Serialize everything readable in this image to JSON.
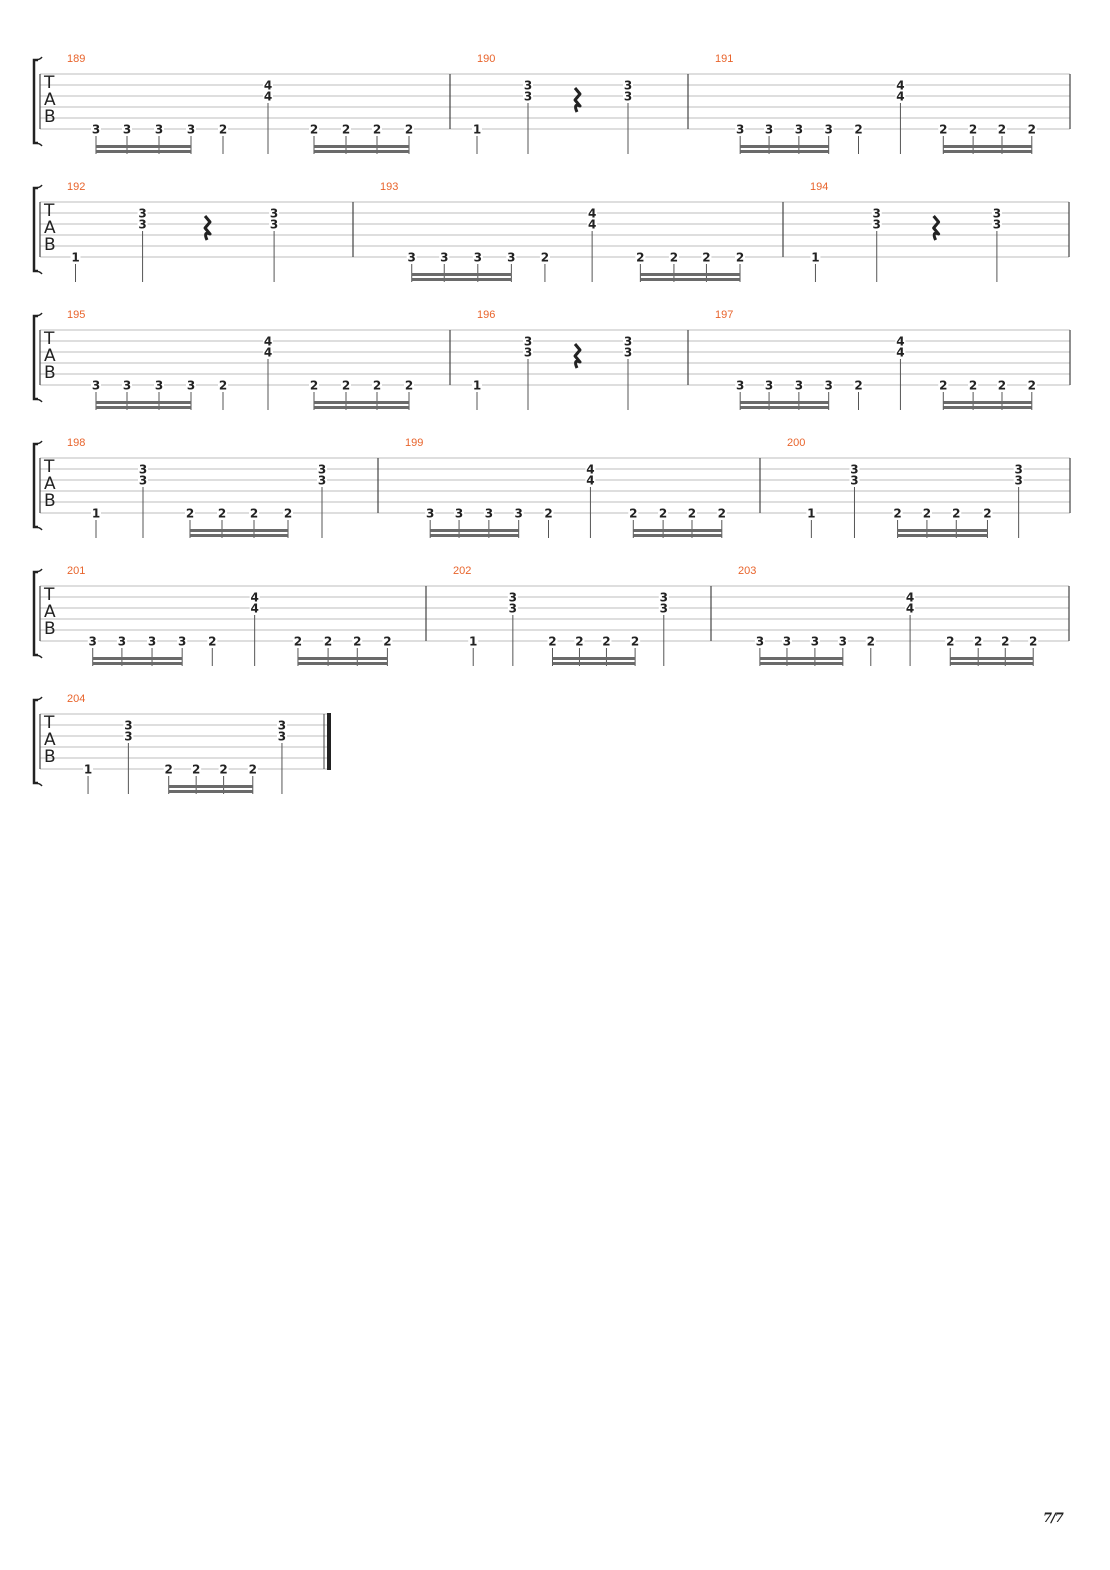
{
  "page_number": "7/7",
  "clef_letters": [
    "T",
    "A",
    "B"
  ],
  "colors": {
    "measure_number": "#e8642c",
    "staff_line": "#bdbdbd",
    "ink": "#222222",
    "beam": "#6a6a6a"
  },
  "systems": [
    {
      "measures": [
        {
          "number": "189",
          "pattern": "A"
        },
        {
          "number": "190",
          "pattern": "B"
        },
        {
          "number": "191",
          "pattern": "A"
        }
      ]
    },
    {
      "measures": [
        {
          "number": "192",
          "pattern": "B"
        },
        {
          "number": "193",
          "pattern": "A"
        },
        {
          "number": "194",
          "pattern": "B"
        }
      ]
    },
    {
      "measures": [
        {
          "number": "195",
          "pattern": "A"
        },
        {
          "number": "196",
          "pattern": "B"
        },
        {
          "number": "197",
          "pattern": "A"
        }
      ]
    },
    {
      "measures": [
        {
          "number": "198",
          "pattern": "C"
        },
        {
          "number": "199",
          "pattern": "A"
        },
        {
          "number": "200",
          "pattern": "C"
        }
      ]
    },
    {
      "measures": [
        {
          "number": "201",
          "pattern": "A"
        },
        {
          "number": "202",
          "pattern": "C"
        },
        {
          "number": "203",
          "pattern": "A"
        }
      ]
    },
    {
      "measures": [
        {
          "number": "204",
          "pattern": "C"
        }
      ],
      "final_barline": true
    }
  ],
  "patterns": {
    "A": [
      {
        "string": 6,
        "fret": "3",
        "beam": 1
      },
      {
        "string": 6,
        "fret": "3",
        "beam": 1
      },
      {
        "string": 6,
        "fret": "3",
        "beam": 1
      },
      {
        "string": 6,
        "fret": "3",
        "beam": 1
      },
      {
        "string": 6,
        "fret": "2"
      },
      {
        "chord": [
          {
            "string": 2,
            "fret": "4"
          },
          {
            "string": 3,
            "fret": "4"
          }
        ]
      },
      {
        "string": 6,
        "fret": "2",
        "beam": 2
      },
      {
        "string": 6,
        "fret": "2",
        "beam": 2
      },
      {
        "string": 6,
        "fret": "2",
        "beam": 2
      },
      {
        "string": 6,
        "fret": "2",
        "beam": 2
      }
    ],
    "B": [
      {
        "string": 6,
        "fret": "1"
      },
      {
        "chord": [
          {
            "string": 2,
            "fret": "3"
          },
          {
            "string": 3,
            "fret": "3"
          }
        ]
      },
      {
        "rest": "quarter"
      },
      {
        "chord": [
          {
            "string": 2,
            "fret": "3"
          },
          {
            "string": 3,
            "fret": "3"
          }
        ]
      }
    ],
    "C": [
      {
        "string": 6,
        "fret": "1"
      },
      {
        "chord": [
          {
            "string": 2,
            "fret": "3"
          },
          {
            "string": 3,
            "fret": "3"
          }
        ]
      },
      {
        "string": 6,
        "fret": "2",
        "beam": 1
      },
      {
        "string": 6,
        "fret": "2",
        "beam": 1
      },
      {
        "string": 6,
        "fret": "2",
        "beam": 1
      },
      {
        "string": 6,
        "fret": "2",
        "beam": 1
      },
      {
        "chord": [
          {
            "string": 2,
            "fret": "3"
          },
          {
            "string": 3,
            "fret": "3"
          }
        ]
      }
    ]
  }
}
